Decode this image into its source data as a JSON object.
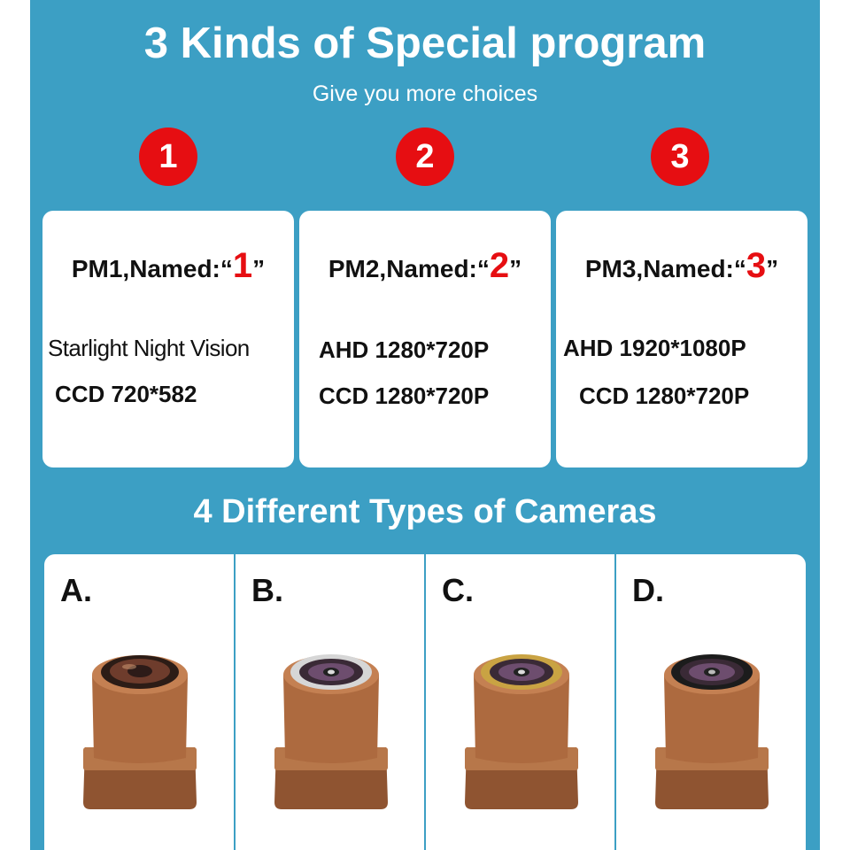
{
  "header": {
    "title": "3 Kinds of Special program",
    "subtitle": "Give you more choices"
  },
  "programs": [
    {
      "badge": "1",
      "prefix": "PM1,Named:“",
      "number": "1",
      "suffix": "”",
      "line1": "Starlight Night Vision",
      "line2": "CCD 720*582"
    },
    {
      "badge": "2",
      "prefix": "PM2,Named:“",
      "number": "2",
      "suffix": "”",
      "line1": "AHD 1280*720P",
      "line2": "CCD 1280*720P"
    },
    {
      "badge": "3",
      "prefix": "PM3,Named:“",
      "number": "3",
      "suffix": "”",
      "line1": "AHD 1920*1080P",
      "line2": "CCD 1280*720P"
    }
  ],
  "cameras_heading": "4 Different Types of Cameras",
  "cameras": [
    {
      "label": "A.",
      "ring": "none"
    },
    {
      "label": "B.",
      "ring": "silver"
    },
    {
      "label": "C.",
      "ring": "gold"
    },
    {
      "label": "D.",
      "ring": "black"
    }
  ],
  "colors": {
    "background": "#3c9fc4",
    "badge": "#e60e12",
    "highlight": "#e60e12",
    "camera_body": "#a8673e"
  }
}
